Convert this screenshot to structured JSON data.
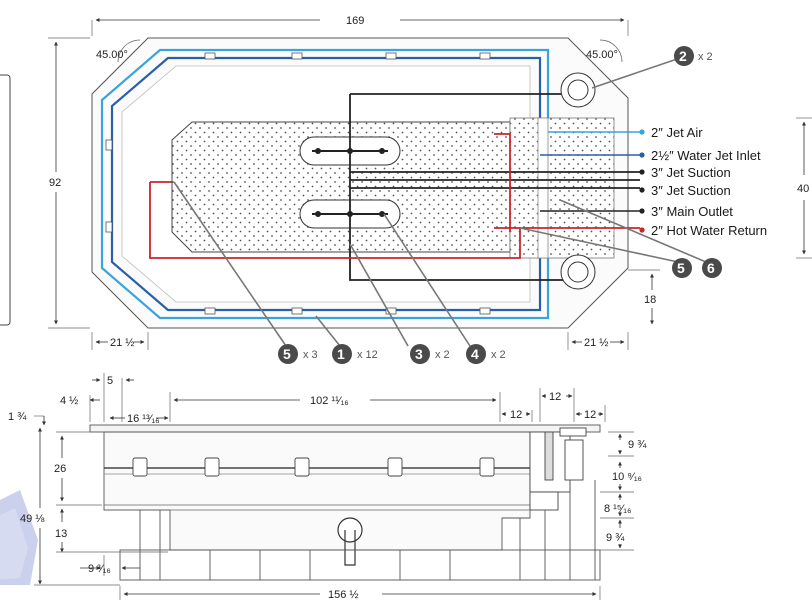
{
  "colors": {
    "blue_outer": "#3aa3dd",
    "blue_inner": "#2a5fa8",
    "red": "#c8262c",
    "dark": "#222222",
    "callout_fill": "#4a4a4a",
    "pointer": "#777777"
  },
  "top_view": {
    "angles": [
      "45.00°",
      "45.00°"
    ],
    "dimensions": {
      "overall_length": "169",
      "overall_width": "92",
      "right_height": "40",
      "bottom_right_offset": "18",
      "bottom_left_chamfer": "21 ½",
      "bottom_right_chamfer": "21 ½"
    },
    "legend": [
      {
        "label": "2″ Jet Air",
        "color": "#3aa3dd"
      },
      {
        "label": "2½″ Water Jet Inlet",
        "color": "#2a5fa8"
      },
      {
        "label": "3″ Jet Suction",
        "color": "#222222"
      },
      {
        "label": "3″ Jet Suction",
        "color": "#222222"
      },
      {
        "label": "3″ Main Outlet",
        "color": "#222222"
      },
      {
        "label": "2″ Hot Water Return",
        "color": "#c8262c"
      }
    ],
    "callouts": [
      {
        "num": "2",
        "mult": "x 2"
      },
      {
        "num": "5",
        "mult": "x 3"
      },
      {
        "num": "1",
        "mult": "x 12"
      },
      {
        "num": "3",
        "mult": "x 2"
      },
      {
        "num": "4",
        "mult": "x 2"
      },
      {
        "num": "5",
        "mult": ""
      },
      {
        "num": "6",
        "mult": ""
      }
    ]
  },
  "side_view": {
    "dimensions": {
      "d_5": "5",
      "d_4_5": "4 ½",
      "d_1_75": "1 ¾",
      "d_16_13": "16 ¹³⁄₁₆",
      "d_102_11": "102 ¹¹⁄₁₆",
      "d_12_a": "12",
      "d_12_b": "12",
      "d_12_c": "12",
      "d_26": "26",
      "d_49_125": "49 ⅛",
      "d_13": "13",
      "d_9_75_a": "9 ¾",
      "d_10_9": "10 ⁹⁄₁₆",
      "d_8_15": "8 ¹⁵⁄₁₆",
      "d_9_75_b": "9 ¾",
      "d_9_3": "9 ³⁄₁₆",
      "d_156_5": "156 ½"
    }
  }
}
